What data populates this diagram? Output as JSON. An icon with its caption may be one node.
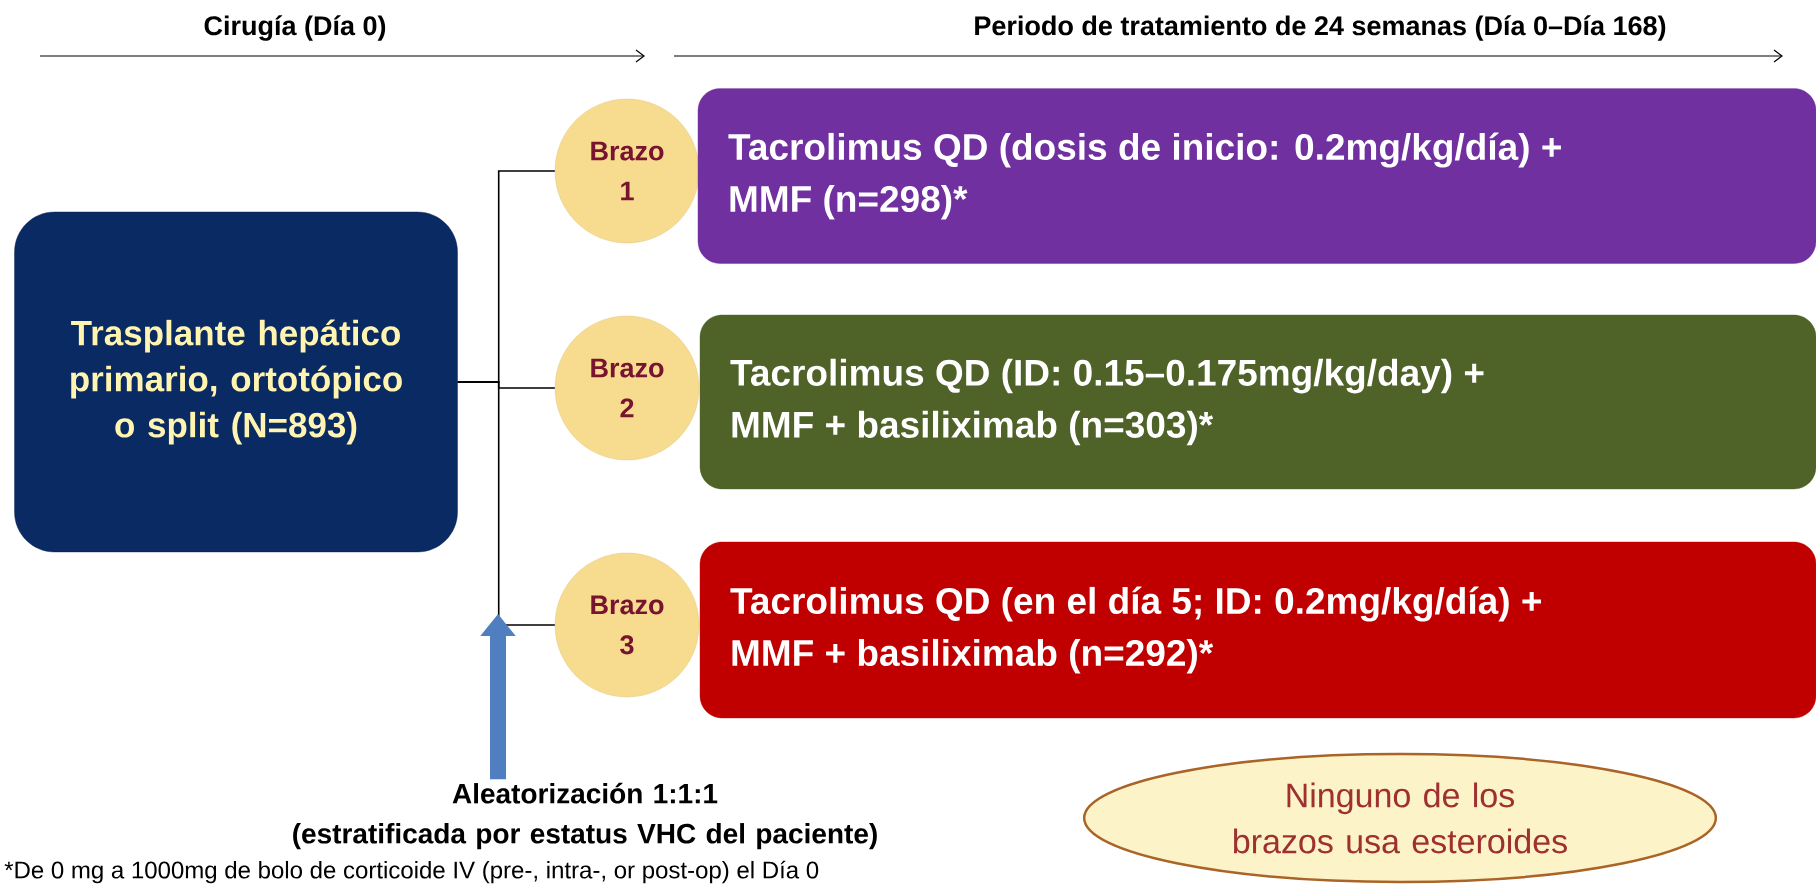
{
  "diagram": {
    "nodes": [
      {
        "text": [
          "Trasplante hepático primario, ortotópico o split (N=893)"
        ]
      },
      {
        "text": [
          "Brazo 1"
        ]
      },
      {
        "text": [
          "Tacrolimus QD (dosis de inicio: 0.2mg/kg/día) + MMF (n=298)*"
        ]
      },
      {
        "text": [
          "Brazo 2"
        ]
      },
      {
        "text": [
          "Tacrolimus QD (ID: 0.15–0.175mg/kg/day) + MMF + basiliximab (n=303)*"
        ]
      },
      {
        "text": [
          "Brazo 3"
        ]
      },
      {
        "text": [
          "Tacrolimus QD (en el día 5; ID: 0.2mg/kg/día) + MMF + basiliximab (n=292)*"
        ]
      },
      {
        "text": [
          "Aleatorización 1:1:1",
          "(estratificada por estatus VHC del paciente)"
        ]
      },
      {
        "text": [
          "Ninguno de los brazos usa esteroides"
        ]
      }
    ],
    "edges": [
      {
        "from": 0,
        "to": 1,
        "arrow": "none"
      },
      {
        "from": 0,
        "to": 3,
        "arrow": "none"
      },
      {
        "from": 0,
        "to": 5,
        "arrow": "none"
      },
      {
        "from": 7,
        "to": null,
        "arrow": "to",
        "style": "thick",
        "color": "#4f7fbf"
      }
    ],
    "labels": [
      "Cirugía (Día 0)",
      "Periodo de tratamiento de 24 semanas (Día 0–Día 168)",
      "*De 0 mg a 1000mg de bolo de corticoide IV (pre-, intra-, or post-op) el Día 0"
    ]
  }
}
